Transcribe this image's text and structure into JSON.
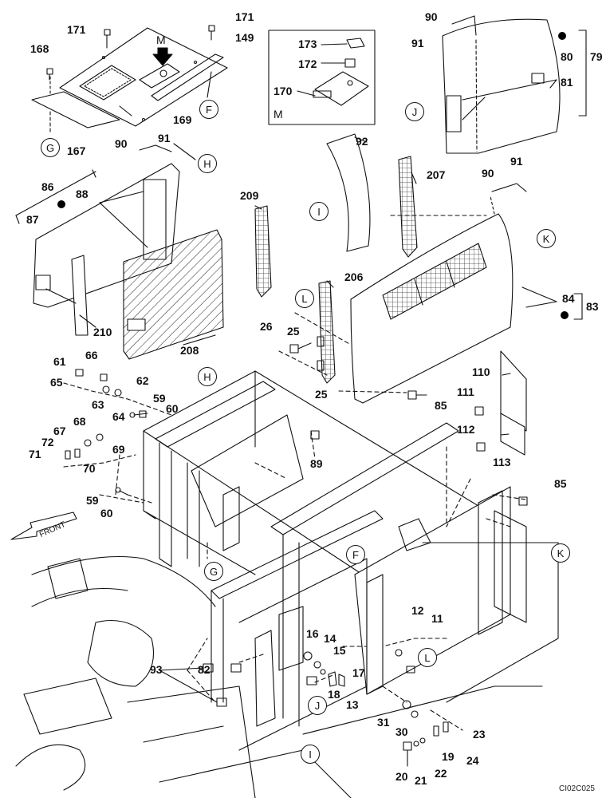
{
  "diagram": {
    "drawing_code": "CI02C025",
    "front_label": "FRONT",
    "inset_label": "M",
    "arrow_label": "M",
    "part_numbers": [
      {
        "id": "n171a",
        "text": "171"
      },
      {
        "id": "n171b",
        "text": "171"
      },
      {
        "id": "n168",
        "text": "168"
      },
      {
        "id": "n149",
        "text": "149"
      },
      {
        "id": "n169",
        "text": "169"
      },
      {
        "id": "n167",
        "text": "167"
      },
      {
        "id": "n173",
        "text": "173"
      },
      {
        "id": "n172",
        "text": "172"
      },
      {
        "id": "n170",
        "text": "170"
      },
      {
        "id": "n90a",
        "text": "90"
      },
      {
        "id": "n91a",
        "text": "91"
      },
      {
        "id": "n80",
        "text": "80"
      },
      {
        "id": "n79",
        "text": "79"
      },
      {
        "id": "n81",
        "text": "81"
      },
      {
        "id": "n90b",
        "text": "90"
      },
      {
        "id": "n91b",
        "text": "91"
      },
      {
        "id": "n86",
        "text": "86"
      },
      {
        "id": "n88",
        "text": "88"
      },
      {
        "id": "n87",
        "text": "87"
      },
      {
        "id": "n92",
        "text": "92"
      },
      {
        "id": "n207",
        "text": "207"
      },
      {
        "id": "n90c",
        "text": "90"
      },
      {
        "id": "n91c",
        "text": "91"
      },
      {
        "id": "n209",
        "text": "209"
      },
      {
        "id": "n210",
        "text": "210"
      },
      {
        "id": "n208",
        "text": "208"
      },
      {
        "id": "n206",
        "text": "206"
      },
      {
        "id": "n84",
        "text": "84"
      },
      {
        "id": "n83",
        "text": "83"
      },
      {
        "id": "n26",
        "text": "26"
      },
      {
        "id": "n25a",
        "text": "25"
      },
      {
        "id": "n25b",
        "text": "25"
      },
      {
        "id": "n61",
        "text": "61"
      },
      {
        "id": "n66",
        "text": "66"
      },
      {
        "id": "n65",
        "text": "65"
      },
      {
        "id": "n62",
        "text": "62"
      },
      {
        "id": "n63",
        "text": "63"
      },
      {
        "id": "n64",
        "text": "64"
      },
      {
        "id": "n59a",
        "text": "59"
      },
      {
        "id": "n60a",
        "text": "60"
      },
      {
        "id": "n85a",
        "text": "85"
      },
      {
        "id": "n110",
        "text": "110"
      },
      {
        "id": "n111",
        "text": "111"
      },
      {
        "id": "n112",
        "text": "112"
      },
      {
        "id": "n113",
        "text": "113"
      },
      {
        "id": "n67",
        "text": "67"
      },
      {
        "id": "n68",
        "text": "68"
      },
      {
        "id": "n72",
        "text": "72"
      },
      {
        "id": "n71",
        "text": "71"
      },
      {
        "id": "n69",
        "text": "69"
      },
      {
        "id": "n70",
        "text": "70"
      },
      {
        "id": "n89",
        "text": "89"
      },
      {
        "id": "n85b",
        "text": "85"
      },
      {
        "id": "n59b",
        "text": "59"
      },
      {
        "id": "n60b",
        "text": "60"
      },
      {
        "id": "n12",
        "text": "12"
      },
      {
        "id": "n11",
        "text": "11"
      },
      {
        "id": "n16",
        "text": "16"
      },
      {
        "id": "n14",
        "text": "14"
      },
      {
        "id": "n15",
        "text": "15"
      },
      {
        "id": "n93",
        "text": "93"
      },
      {
        "id": "n82",
        "text": "82"
      },
      {
        "id": "n17",
        "text": "17"
      },
      {
        "id": "n18",
        "text": "18"
      },
      {
        "id": "n13",
        "text": "13"
      },
      {
        "id": "n31",
        "text": "31"
      },
      {
        "id": "n30",
        "text": "30"
      },
      {
        "id": "n23",
        "text": "23"
      },
      {
        "id": "n19",
        "text": "19"
      },
      {
        "id": "n24",
        "text": "24"
      },
      {
        "id": "n20",
        "text": "20"
      },
      {
        "id": "n21",
        "text": "21"
      },
      {
        "id": "n22",
        "text": "22"
      }
    ],
    "reference_letters": [
      {
        "id": "cF1",
        "text": "F"
      },
      {
        "id": "cG1",
        "text": "G"
      },
      {
        "id": "cH1",
        "text": "H"
      },
      {
        "id": "cJ1",
        "text": "J"
      },
      {
        "id": "cI1",
        "text": "I"
      },
      {
        "id": "cK1",
        "text": "K"
      },
      {
        "id": "cL1",
        "text": "L"
      },
      {
        "id": "cH2",
        "text": "H"
      },
      {
        "id": "cF2",
        "text": "F"
      },
      {
        "id": "cK2",
        "text": "K"
      },
      {
        "id": "cG2",
        "text": "G"
      },
      {
        "id": "cL2",
        "text": "L"
      },
      {
        "id": "cJ2",
        "text": "J"
      },
      {
        "id": "cI2",
        "text": "I"
      }
    ]
  }
}
